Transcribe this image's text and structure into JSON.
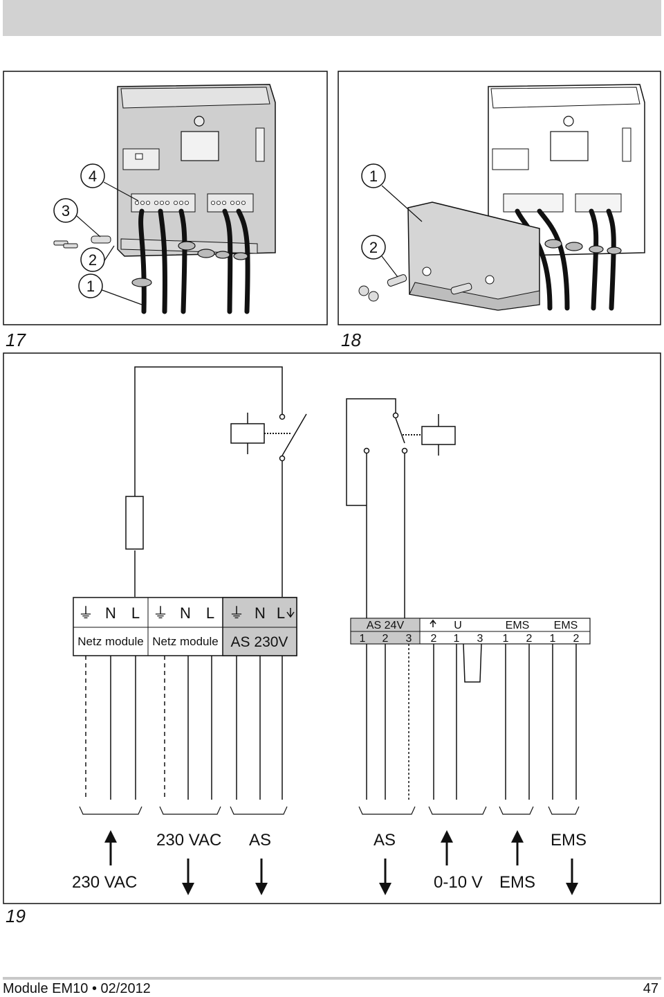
{
  "figures": {
    "fig17": {
      "label": "17",
      "callouts": [
        "4",
        "3",
        "2",
        "1"
      ]
    },
    "fig18": {
      "label": "18",
      "callouts": [
        "1",
        "2"
      ]
    },
    "fig19": {
      "label": "19",
      "terminal_block_230": {
        "groups": [
          {
            "symbols": [
              "⏚",
              "N",
              "L"
            ],
            "caption": "Netz module"
          },
          {
            "symbols": [
              "⏚",
              "N",
              "L"
            ],
            "caption": "Netz module"
          },
          {
            "symbols": [
              "⏚",
              "N",
              "L"
            ],
            "caption": "AS 230V"
          }
        ]
      },
      "terminal_block_low": {
        "groups": [
          {
            "title": "AS 24V",
            "pins": [
              "1",
              "2",
              "3"
            ]
          },
          {
            "title": "U",
            "pins": [
              "2",
              "1",
              "3"
            ]
          },
          {
            "title": "EMS",
            "pins": [
              "1",
              "2"
            ]
          },
          {
            "title": "EMS",
            "pins": [
              "1",
              "2"
            ]
          }
        ]
      },
      "bottom_labels": {
        "l1": "230 VAC",
        "l2": "230 VAC",
        "l3": "AS",
        "l4": "AS",
        "l5": "0-10 V",
        "l6": "EMS",
        "l7": "EMS"
      }
    }
  },
  "footer": {
    "left": "Module EM10 • 02/2012",
    "page_number": "47"
  }
}
